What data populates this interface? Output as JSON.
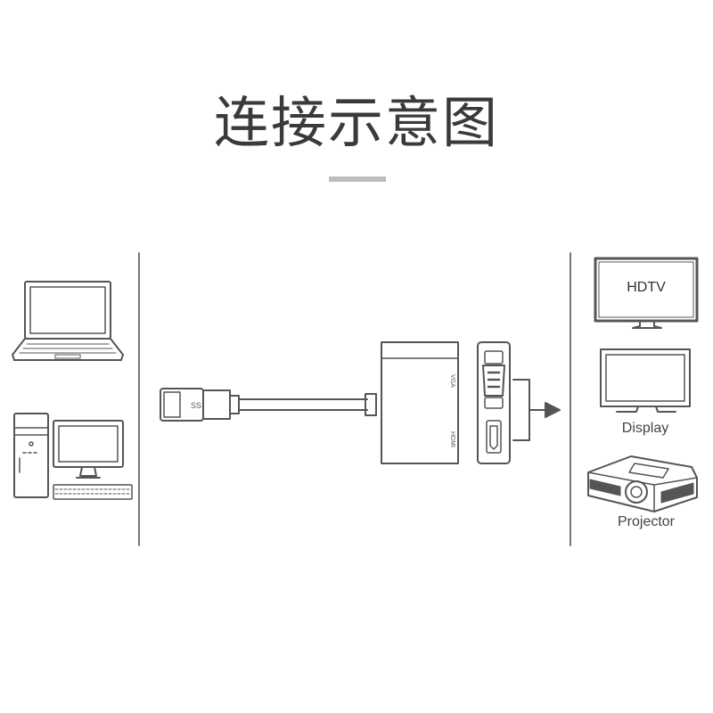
{
  "title": "连接示意图",
  "devices": {
    "hdtv_label": "HDTV",
    "display_label": "Display",
    "projector_label": "Projector"
  },
  "adapter": {
    "port_vga_label": "VGA",
    "port_hdmi_label": "HDMI",
    "usb_label": "SS"
  },
  "colors": {
    "line": "#555555",
    "divider": "#777777",
    "title_bar": "#bdbdbd"
  }
}
